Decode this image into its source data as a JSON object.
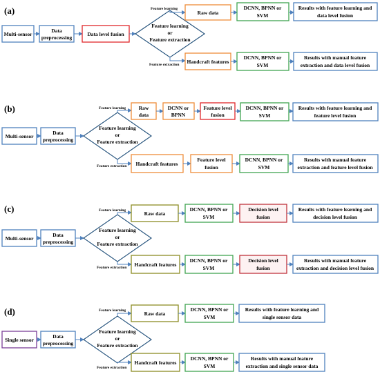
{
  "panels": [
    {
      "label": "(a)",
      "input": "Multi-sensor",
      "preprocess": [
        "Data",
        "preprocessing"
      ],
      "fusion": "Data level fusion",
      "decision": [
        "Feature learning",
        "or",
        "Feature extraction"
      ],
      "branch_labels": [
        "Feature learning",
        "Feature extraction"
      ],
      "top_row": {
        "nodes": [
          [
            "Raw data"
          ],
          [
            "DCNN, BPNN or",
            "SVM"
          ]
        ],
        "result": [
          "Results with feature learning and",
          "data level fusion"
        ]
      },
      "bottom_row": {
        "nodes": [
          [
            "Handcraft features"
          ],
          [
            "DCNN, BPNN or",
            "SVM"
          ]
        ],
        "result": [
          "Results with manual feature",
          "extraction and data level fusion"
        ]
      }
    },
    {
      "label": "(b)",
      "input": "Multi-sensor",
      "preprocess": [
        "Data",
        "preprocessing"
      ],
      "decision": [
        "Feature learning",
        "or",
        "Feature extraction"
      ],
      "branch_labels": [
        "Feature learning",
        "Feature extraction"
      ],
      "top_row": {
        "nodes": [
          [
            "Raw",
            "data"
          ],
          [
            "DCNN or",
            "BPNN"
          ],
          [
            "Feature level",
            "fusion"
          ],
          [
            "DCNN, BPNN or",
            "SVM"
          ]
        ],
        "result": [
          "Results with feature learning and",
          "feature level fusion"
        ]
      },
      "bottom_row": {
        "nodes": [
          [
            "Handcraft features"
          ],
          [
            "Feature level",
            "fusion"
          ],
          [
            "DCNN, BPNN or",
            "SVM"
          ]
        ],
        "result": [
          "Results with manual feature",
          "extraction and feature level fusion"
        ]
      }
    },
    {
      "label": "(c)",
      "input": "Multi-sensor",
      "preprocess": [
        "Data",
        "preprocessing"
      ],
      "decision": [
        "Feature learning",
        "or",
        "Feature extraction"
      ],
      "branch_labels": [
        "Feature learning",
        "Feature extraction"
      ],
      "top_row": {
        "nodes": [
          [
            "Raw data"
          ],
          [
            "DCNN, BPNN or",
            "SVM"
          ],
          [
            "Decision level",
            "fusion"
          ]
        ],
        "result": [
          "Results with feature learning and",
          "decision level fusion"
        ]
      },
      "bottom_row": {
        "nodes": [
          [
            "Handcraft features"
          ],
          [
            "DCNN, BPNN or",
            "SVM"
          ],
          [
            "Decision level",
            "fusion"
          ]
        ],
        "result": [
          "Results with manual feature",
          "extraction and decision level fusion"
        ]
      }
    },
    {
      "label": "(d)",
      "input": "Single sensor",
      "preprocess": [
        "Data",
        "preprocessing"
      ],
      "decision": [
        "Feature learning",
        "or",
        "Feature extraction"
      ],
      "branch_labels": [
        "Feature learning",
        "Feature extraction"
      ],
      "top_row": {
        "nodes": [
          [
            "Raw data"
          ],
          [
            "DCNN, BPNN or",
            "SVM"
          ]
        ],
        "result": [
          "Results with feature learning and",
          "single sensor data"
        ]
      },
      "bottom_row": {
        "nodes": [
          [
            "Handcraft features"
          ],
          [
            "DCNN, BPNN or",
            "SVM"
          ]
        ],
        "result": [
          "Results with manual feature",
          "extraction and single sensor data"
        ]
      }
    }
  ],
  "colors": {
    "edge": "#4f81bd",
    "input_box": "#4f81bd",
    "fusion_box": "#e0262a",
    "raw_data_box": "#ee8d3a",
    "classifier_box": "#40a550",
    "result_box": "#4f81bd",
    "decision_fusion_fill": "#fdf2f2"
  }
}
